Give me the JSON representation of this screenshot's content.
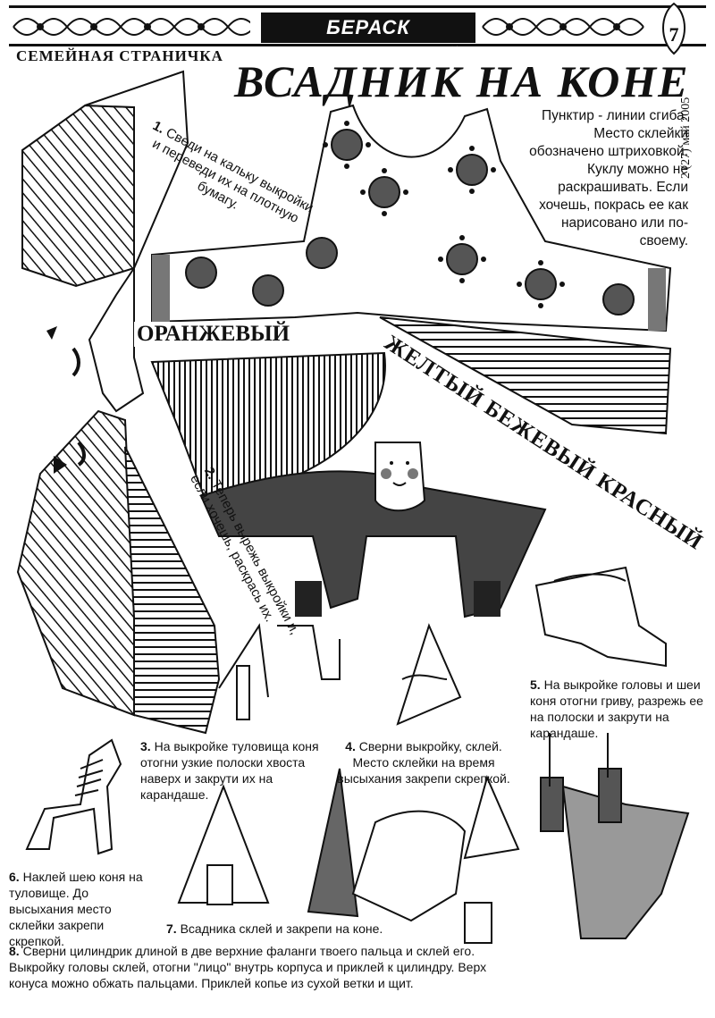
{
  "header": {
    "newspaper_title": "БЕРАСК ПРАВОСЛАВНЫЙ",
    "page_number": "7",
    "section": "СЕМЕЙНАЯ СТРАНИЧКА",
    "issue_date": "2 (27) май 2005"
  },
  "title": "ВСАДНИК НА КОНЕ",
  "intro": "Пунктир - линии сгиба. Место склейки обозначено штриховкой. Куклу можно не раскрашивать. Если хочешь, покрась ее как нарисовано или по-своему.",
  "labels": {
    "orange": "ОРАНЖЕВЫЙ",
    "colors": "ЖЕЛТЫЙ БЕЖЕВЫЙ КРАСНЫЙ"
  },
  "steps": {
    "s1_num": "1.",
    "s1_text": "Сведи на кальку выкройки и переведи их на плотную бумагу.",
    "s2_num": "2.",
    "s2_text": "Теперь вырежь выкройки и, если хочешь, раскрась их.",
    "s3_num": "3.",
    "s3_text": "На выкройке туловища коня отогни узкие полоски хвоста наверх и закрути их на карандаше.",
    "s4_num": "4.",
    "s4_text": "Сверни выкройку, склей. Место склейки на время высыхания закрепи скрепкой.",
    "s5_num": "5.",
    "s5_text": "На выкройке головы и шеи коня отогни гриву, разрежь ее на полоски и закрути на карандаше.",
    "s6_num": "6.",
    "s6_text": "Наклей шею коня на туловище. До высыхания место склейки закрепи скрепкой.",
    "s7_num": "7.",
    "s7_text": "Всадника склей и закрепи на коне.",
    "s8_num": "8.",
    "s8_text": "Сверни цилиндрик длиной в две верхние фаланги твоего пальца и склей его. Выкройку головы склей, отогни \"лицо\" внутрь корпуса и приклей к цилиндру. Верх конуса можно обжать пальцами. Приклей копье из сухой ветки и щит."
  }
}
